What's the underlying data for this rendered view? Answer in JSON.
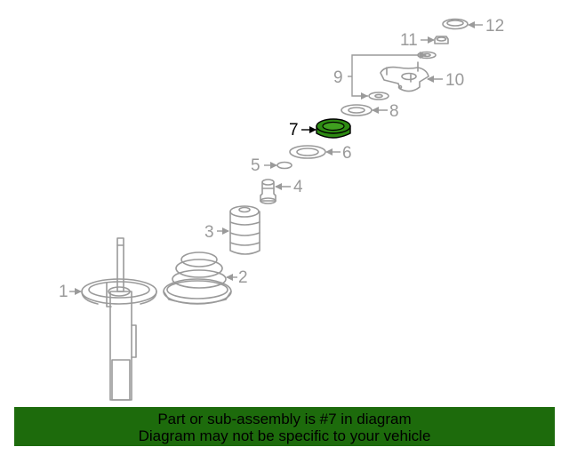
{
  "highlight_color": "#2d8a12",
  "banner_color": "#1d6b0c",
  "callouts": [
    "1",
    "2",
    "3",
    "4",
    "5",
    "6",
    "7",
    "8",
    "9",
    "10",
    "11",
    "12"
  ],
  "highlighted_part": "7",
  "banner": {
    "line1": "Part or sub-assembly is #7 in diagram",
    "line2": "Diagram may not be specific to your vehicle"
  }
}
